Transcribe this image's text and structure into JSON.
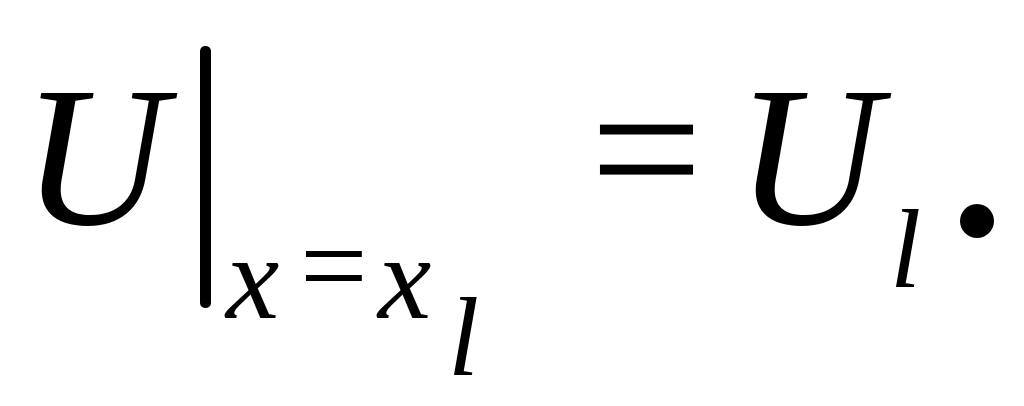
{
  "equation": {
    "lhs_symbol": "U",
    "evaluation_bar": "|",
    "condition_var": "x",
    "condition_equals": "=",
    "condition_value": "x",
    "condition_value_subscript": "l",
    "equals": "=",
    "rhs_symbol": "U",
    "rhs_subscript": "l",
    "terminator": "."
  }
}
